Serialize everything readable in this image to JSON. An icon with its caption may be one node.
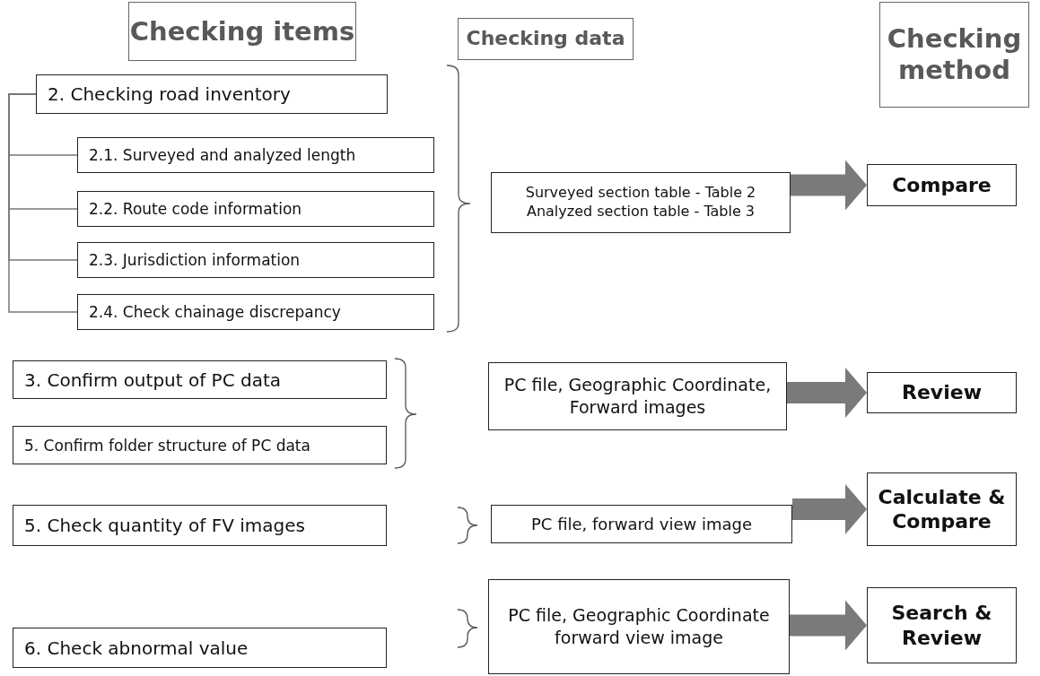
{
  "diagram": {
    "nodes": [
      {
        "text": [
          "Checking items"
        ]
      },
      {
        "text": [
          "Checking data"
        ]
      },
      {
        "text": [
          "Checking method"
        ]
      },
      {
        "text": [
          "2. Checking road inventory"
        ]
      },
      {
        "text": [
          "2.1. Surveyed and analyzed length"
        ]
      },
      {
        "text": [
          "2.2. Route code information"
        ]
      },
      {
        "text": [
          "2.3. Jurisdiction information"
        ]
      },
      {
        "text": [
          "2.4. Check chainage discrepancy"
        ]
      },
      {
        "text": [
          "Surveyed section table - Table 2 Analyzed section table - Table 3"
        ]
      },
      {
        "text": [
          "Compare"
        ]
      },
      {
        "text": [
          "3. Confirm output of PC data"
        ]
      },
      {
        "text": [
          "5. Confirm folder structure of PC data"
        ]
      },
      {
        "text": [
          "PC file, Geographic Coordinate, Forward images"
        ]
      },
      {
        "text": [
          "Review"
        ]
      },
      {
        "text": [
          "5. Check quantity of FV images"
        ]
      },
      {
        "text": [
          "PC file, forward view image"
        ]
      },
      {
        "text": [
          "Calculate & Compare"
        ]
      },
      {
        "text": [
          "6. Check abnormal value"
        ]
      },
      {
        "text": [
          "PC file, Geographic Coordinate forward view image"
        ]
      },
      {
        "text": [
          "Search & Review"
        ]
      }
    ],
    "edges": [
      {
        "from": 3,
        "to": 4,
        "arrow": "none"
      },
      {
        "from": 3,
        "to": 5,
        "arrow": "none"
      },
      {
        "from": 3,
        "to": 6,
        "arrow": "none"
      },
      {
        "from": 3,
        "to": 7,
        "arrow": "none"
      },
      {
        "from": 8,
        "to": 9,
        "arrow": "to",
        "style": "thick"
      },
      {
        "from": 12,
        "to": 13,
        "arrow": "to",
        "style": "thick"
      },
      {
        "from": 15,
        "to": 16,
        "arrow": "to",
        "style": "thick"
      },
      {
        "from": 18,
        "to": 19,
        "arrow": "to",
        "style": "thick"
      }
    ]
  }
}
